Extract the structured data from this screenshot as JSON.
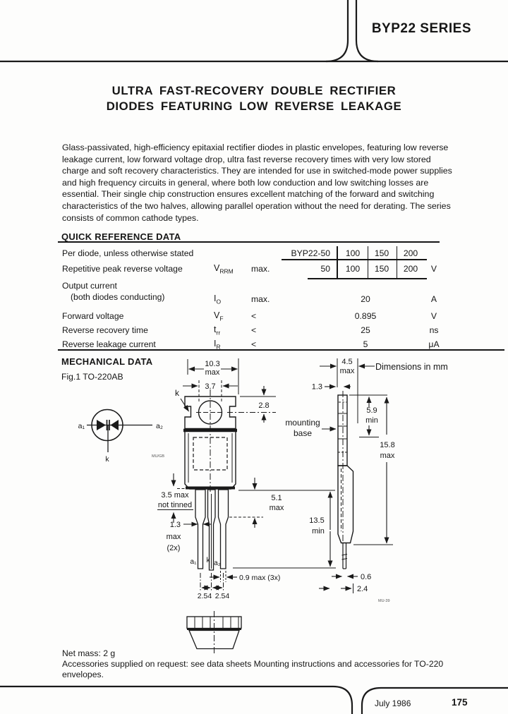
{
  "header": {
    "series": "BYP22 SERIES"
  },
  "title": {
    "line1": "ULTRA FAST-RECOVERY DOUBLE RECTIFIER",
    "line2": "DIODES FEATURING LOW REVERSE LEAKAGE"
  },
  "description": "Glass-passivated, high-efficiency epitaxial rectifier diodes in plastic envelopes, featuring low reverse leakage current, low forward voltage drop, ultra fast reverse recovery times with very low stored charge and soft recovery characteristics.  They are intended for use in switched-mode power supplies and high frequency circuits in general, where both low conduction and low switching losses are essential. Their single chip construction ensures excellent matching of the forward and switching characteristics of the two halves, allowing parallel operation without the need for derating.  The series consists of common cathode types.",
  "quick_reference": {
    "heading": "QUICK REFERENCE DATA",
    "note": "Per diode, unless otherwise stated",
    "type_header": [
      "BYP22-50",
      "100",
      "150",
      "200"
    ],
    "rows": [
      {
        "label": "Repetitive peak reverse voltage",
        "symbol_base": "V",
        "symbol_sub": "RRM",
        "condition": "max.",
        "values": [
          "50",
          "100",
          "150",
          "200"
        ],
        "unit": "V"
      },
      {
        "label": "Output current",
        "label2": "(both diodes conducting)",
        "symbol_base": "I",
        "symbol_sub": "O",
        "condition": "max.",
        "value": "20",
        "unit": "A"
      },
      {
        "label": "Forward voltage",
        "symbol_base": "V",
        "symbol_sub": "F",
        "condition": "<",
        "value": "0.895",
        "unit": "V"
      },
      {
        "label": "Reverse recovery time",
        "symbol_base": "t",
        "symbol_sub": "rr",
        "condition": "<",
        "value": "25",
        "unit": "ns"
      },
      {
        "label": "Reverse leakage current",
        "symbol_base": "I",
        "symbol_sub": "R",
        "condition": "<",
        "value": "5",
        "unit": "μA"
      }
    ]
  },
  "mechanical": {
    "heading": "MECHANICAL DATA",
    "figure_label": "Fig.1 TO-220AB",
    "dimensions_note": "Dimensions in mm",
    "symbol": {
      "a1": "a₁",
      "a2": "a₂",
      "k": "k",
      "code": "MU/GB"
    },
    "front": {
      "width": "10.3",
      "width_q": "max",
      "hole": "3.7",
      "hole_offset": "2.8",
      "tab_label": "k",
      "untinned": "3.5 max",
      "untinned2": "not tinned",
      "lead_w": "1.3",
      "lead_w_q": "max",
      "lead_w_q2": "(2x)",
      "shoulder": "5.1",
      "shoulder_q": "max",
      "lead_len": "13.5",
      "lead_len_q": "min",
      "lead1": "a₁",
      "lead2": "k",
      "lead3": "a₂",
      "lead_t": "0.9 max (3x)",
      "pitch1": "2.54",
      "pitch2": "2.54"
    },
    "side": {
      "width": "4.5",
      "width_q": "max",
      "tab_t": "1.3",
      "mounting1": "mounting",
      "mounting2": "base",
      "tab_len": "5.9",
      "tab_len_q": "min",
      "body_len": "15.8",
      "body_len_q": "max",
      "lead_t": "0.6",
      "body_t": "2.4",
      "code": "MU-39"
    }
  },
  "footnotes": {
    "net_mass": "Net mass: 2 g",
    "accessories": "Accessories supplied on request: see data sheets Mounting instructions and accessories for TO-220 envelopes."
  },
  "footer": {
    "date": "July 1986",
    "page": "175"
  }
}
